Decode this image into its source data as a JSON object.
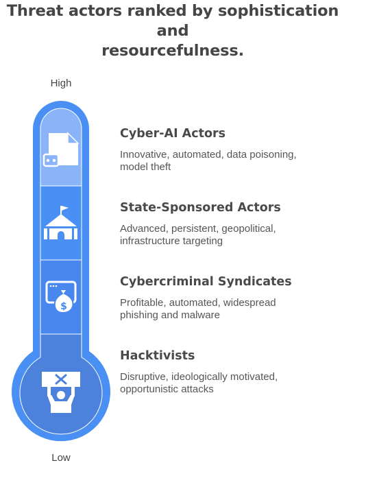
{
  "title_lines": [
    "Threat actors ranked by sophistication and",
    "resourcefulness."
  ],
  "scale": {
    "high": "High",
    "low": "Low"
  },
  "items": [
    {
      "title": "Cyber-AI Actors",
      "desc_lines": [
        "Innovative, automated, data poisoning,",
        "model theft"
      ],
      "icon": "ai-document-icon"
    },
    {
      "title": "State-Sponsored Actors",
      "desc_lines": [
        "Advanced, persistent, geopolitical,",
        "infrastructure targeting"
      ],
      "icon": "government-building-icon"
    },
    {
      "title": "Cybercriminal Syndicates",
      "desc_lines": [
        "Profitable, automated, widespread",
        "phishing and malware"
      ],
      "icon": "money-bag-window-icon"
    },
    {
      "title": "Hacktivists",
      "desc_lines": [
        "Disruptive, ideologically motivated,",
        "opportunistic attacks"
      ],
      "icon": "protester-sign-icon"
    }
  ],
  "colors": {
    "outer": "#4a8ff4",
    "segment_top": "#8ab4f8",
    "segment_mid": "#4285f4",
    "bulb": "#4d82dc",
    "icon": "#ffffff",
    "text": "#444444"
  }
}
